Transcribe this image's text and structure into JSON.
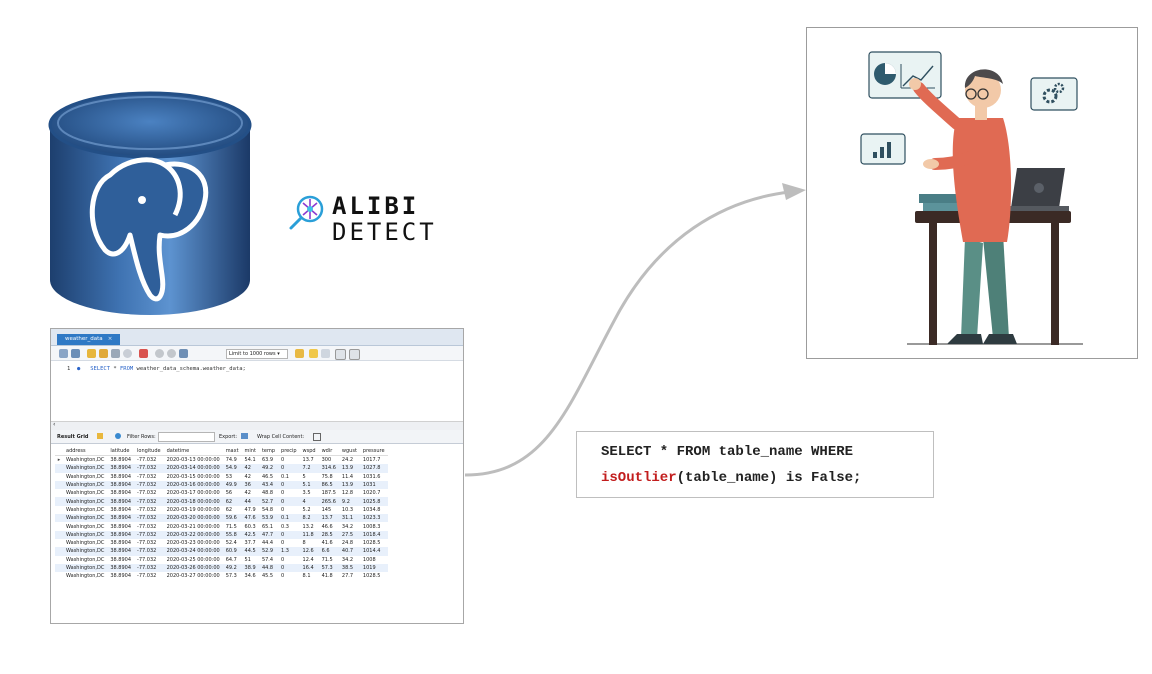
{
  "alibi": {
    "line1": "ALIBI",
    "line2": "DETECT"
  },
  "workbench": {
    "tab_label": "weather_data",
    "limit_label": "Limit to 1000 rows",
    "editor": {
      "line_number": "1",
      "kw1": "SELECT",
      "star": " * ",
      "kw2": "FROM",
      "rest": " weather_data_schema.weather_data;"
    },
    "result_bar": {
      "result_grid": "Result Grid",
      "filter_rows": "Filter Rows:",
      "export": "Export:",
      "wrap": "Wrap Cell Content:"
    },
    "columns": [
      "address",
      "latitude",
      "longitude",
      "datetime",
      "maxt",
      "mint",
      "temp",
      "precip",
      "wspd",
      "wdir",
      "wgust",
      "pressure"
    ],
    "rows": [
      [
        "Washington,DC",
        "38.8904",
        "-77.032",
        "2020-03-13 00:00:00",
        "74.9",
        "54.1",
        "63.9",
        "0",
        "13.7",
        "300",
        "24.2",
        "1017.7"
      ],
      [
        "Washington,DC",
        "38.8904",
        "-77.032",
        "2020-03-14 00:00:00",
        "54.9",
        "42",
        "49.2",
        "0",
        "7.2",
        "314.6",
        "13.9",
        "1027.8"
      ],
      [
        "Washington,DC",
        "38.8904",
        "-77.032",
        "2020-03-15 00:00:00",
        "53",
        "42",
        "46.5",
        "0.1",
        "5",
        "75.8",
        "11.4",
        "1031.6"
      ],
      [
        "Washington,DC",
        "38.8904",
        "-77.032",
        "2020-03-16 00:00:00",
        "49.9",
        "36",
        "43.4",
        "0",
        "5.1",
        "86.5",
        "13.9",
        "1031"
      ],
      [
        "Washington,DC",
        "38.8904",
        "-77.032",
        "2020-03-17 00:00:00",
        "56",
        "42",
        "48.8",
        "0",
        "3.5",
        "187.5",
        "12.8",
        "1020.7"
      ],
      [
        "Washington,DC",
        "38.8904",
        "-77.032",
        "2020-03-18 00:00:00",
        "62",
        "44",
        "52.7",
        "0",
        "4",
        "265.6",
        "9.2",
        "1025.8"
      ],
      [
        "Washington,DC",
        "38.8904",
        "-77.032",
        "2020-03-19 00:00:00",
        "62",
        "47.9",
        "54.8",
        "0",
        "5.2",
        "145",
        "10.3",
        "1034.8"
      ],
      [
        "Washington,DC",
        "38.8904",
        "-77.032",
        "2020-03-20 00:00:00",
        "59.6",
        "47.6",
        "53.9",
        "0.1",
        "8.2",
        "13.7",
        "31.1",
        "1023.3"
      ],
      [
        "Washington,DC",
        "38.8904",
        "-77.032",
        "2020-03-21 00:00:00",
        "71.5",
        "60.3",
        "65.1",
        "0.3",
        "13.2",
        "46.6",
        "34.2",
        "1008.3"
      ],
      [
        "Washington,DC",
        "38.8904",
        "-77.032",
        "2020-03-22 00:00:00",
        "55.8",
        "42.5",
        "47.7",
        "0",
        "11.8",
        "28.5",
        "27.5",
        "1018.4"
      ],
      [
        "Washington,DC",
        "38.8904",
        "-77.032",
        "2020-03-23 00:00:00",
        "52.4",
        "37.7",
        "44.4",
        "0",
        "8",
        "41.6",
        "24.8",
        "1028.5"
      ],
      [
        "Washington,DC",
        "38.8904",
        "-77.032",
        "2020-03-24 00:00:00",
        "60.9",
        "44.5",
        "52.9",
        "1.3",
        "12.6",
        "6.6",
        "40.7",
        "1014.4"
      ],
      [
        "Washington,DC",
        "38.8904",
        "-77.032",
        "2020-03-25 00:00:00",
        "64.7",
        "51",
        "57.4",
        "0",
        "12.4",
        "71.5",
        "34.2",
        "1008"
      ],
      [
        "Washington,DC",
        "38.8904",
        "-77.032",
        "2020-03-26 00:00:00",
        "49.2",
        "38.9",
        "44.8",
        "0",
        "16.4",
        "57.3",
        "38.5",
        "1019"
      ],
      [
        "Washington,DC",
        "38.8904",
        "-77.032",
        "2020-03-27 00:00:00",
        "57.3",
        "34.6",
        "45.5",
        "0",
        "8.1",
        "41.8",
        "27.7",
        "1028.5"
      ]
    ]
  },
  "sql_box": {
    "line1": "SELECT * FROM table_name WHERE",
    "fn": "isOutlier",
    "line2_rest": "(table_name) is False;"
  },
  "colors": {
    "pg_blue": "#336791",
    "accent_red": "#c21d1d",
    "tab_blue": "#2f79c5"
  }
}
